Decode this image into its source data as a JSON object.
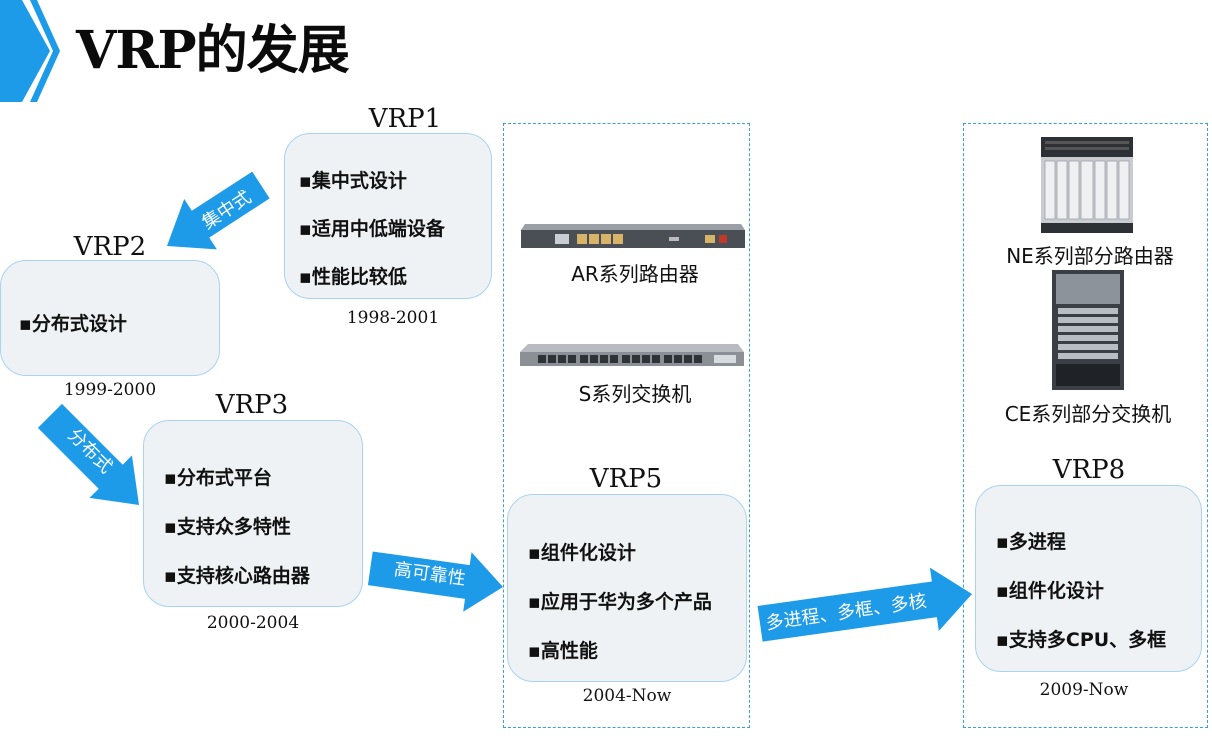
{
  "page": {
    "title": "VRP的发展"
  },
  "vrp1": {
    "name": "VRP1",
    "bullets": [
      "▪集中式设计",
      "▪适用中低端设备",
      "▪性能比较低"
    ],
    "years": "1998-2001"
  },
  "vrp2": {
    "name": "VRP2",
    "bullets": [
      "▪分布式设计"
    ],
    "years": "1999-2000"
  },
  "vrp3": {
    "name": "VRP3",
    "bullets": [
      "▪分布式平台",
      "▪支持众多特性",
      "▪支持核心路由器"
    ],
    "years": "2000-2004"
  },
  "vrp5": {
    "name": "VRP5",
    "bullets": [
      "▪组件化设计",
      "▪应用于华为多个产品",
      "▪高性能"
    ],
    "years": "2004-Now"
  },
  "vrp8": {
    "name": "VRP8",
    "bullets": [
      "▪多进程",
      "▪组件化设计",
      "▪支持多CPU、多框"
    ],
    "years": "2009-Now"
  },
  "arrows": {
    "centralized": "集中式",
    "distributed": "分布式",
    "high_reliability": "高可靠性",
    "multi": "多进程、多框、多核"
  },
  "devices": {
    "ar": "AR系列路由器",
    "s": "S系列交换机",
    "ne": "NE系列部分路由器",
    "ce": "CE系列部分交换机"
  },
  "colors": {
    "accent": "#1e9be8",
    "card_bg": "#eef2f4",
    "card_border": "#a9d3f0"
  }
}
